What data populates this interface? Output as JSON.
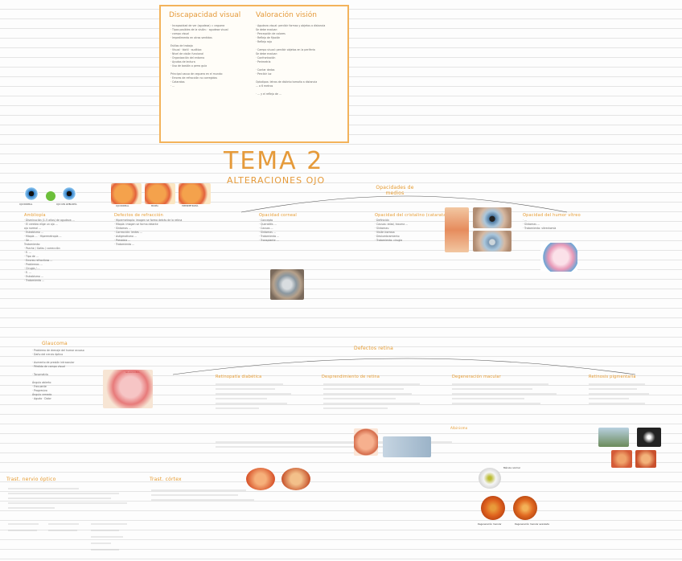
{
  "box": {
    "left_title": "Discapacidad visual",
    "right_title": "Valoración visión",
    "left_lines": [
      "· Incapacidad de ver (agudeza) = ceguera",
      "· Tipos posibles de la visión:  · agudeza visual",
      "                                 · campo visual",
      "· Impedimento en otros sentidos",
      "",
      "Estilos de trabajo",
      "· Visual  · táctil · auditivo",
      "· Nivel de visión funcional",
      "· Organización del entorno",
      "· Ayudas de lectura",
      "· Uso de bastón o perro guía",
      "",
      "Principal causa de ceguera en el mundo:",
      "· Errores de refracción no corregidos",
      "· Cataratas",
      "· ..."
    ],
    "right_lines": [
      "· Agudeza visual: percibir formas y objetos a distancia",
      "   Se debe evaluar:",
      "   · Percepción de colores",
      "   · Reflejo de fijación",
      "   · Reflejo rojo",
      "",
      "· Campo visual: percibir objetos en la periferia",
      "   Se debe evaluar:",
      "   · Confrontación",
      "   · Perimetría",
      "",
      "   · Contar dedos",
      "   · Percibir luz",
      "",
      "Optotipos: letras de distinto tamaño a distancia",
      "... a 6 metros",
      "",
      "· ... y el reflejo de ..."
    ]
  },
  "main_title": "TEMA 2",
  "subtitle": "ALTERACIONES OJO",
  "eye_labels": [
    "OJO NORMAL",
    "OJO CON AMBLIOPÍA",
    "OJO NORMAL",
    "MIOPÍA",
    "HIPERMETROPÍA"
  ],
  "sections": {
    "ambliopia": {
      "head": "Ambliopía",
      "lines": [
        "· Disminución (1-5 años) de agudeza ...",
        "· El cerebro elige un ojo ...",
        "  ojo normal ...",
        "· Estrabismo ...",
        "  · Miopía ...  · Hipermetropía ...",
        "  · Se ...",
        "  Tratamiento:",
        "  · Parche / Gafas / corrección",
        "· E. ...",
        "  · Tipo de ...",
        "  · Errores refractivos ...",
        "  · Problemas ...",
        "  · Cirugía / ...",
        "· E. ...",
        "  · Estrabismo ...",
        "  · Tratamiento ..."
      ]
    },
    "refraccion": {
      "head": "Defectos de refracción",
      "lines": [
        "· Hipermetropía: imagen se forma detrás de la retina",
        "· Miopía: imagen se forma delante",
        "  · Síntomas ...",
        "  · Corrección: lentes ...",
        "· Astigmatismo ...",
        "· Presbicia ...",
        "  · Tratamiento ..."
      ]
    },
    "opacidades": {
      "head": "Opacidades de medios"
    },
    "opacidad_corneal": {
      "head": "Opacidad corneal",
      "lines": [
        "· Concepto",
        "· Queratitis ...",
        "· Causas ...",
        "· Síntomas ...",
        "· Tratamiento ...",
        "· Transplante ..."
      ]
    },
    "opacidad_cristalino": {
      "head": "Opacidad del cristalino (cataratas)",
      "lines": [
        "· Definición",
        "· Causas: edad, trauma ...",
        "· Síntomas:",
        "  · Visión borrosa",
        "  · Deslumbramiento",
        "· Tratamiento: cirugía"
      ]
    },
    "opacidad_vitreo": {
      "head": "Opacidad del humor vítreo",
      "lines": [
        "· ...",
        "· Síntomas ...",
        "· Tratamiento: vitrectomía"
      ]
    },
    "glaucoma": {
      "head": "Glaucoma",
      "lines": [
        "· Problema de drenaje del humor acuoso",
        "· Daño del nervio óptico",
        "",
        "· Aumento de presión intraocular",
        "· Pérdida de campo visual",
        "",
        "· Tonometría",
        "",
        "Ángulo abierto",
        "· Frecuente",
        "· Progresivo",
        "Ángulo cerrado",
        "· Agudo · Dolor"
      ]
    },
    "retina": {
      "head": "Defectos retina"
    },
    "retinopatia": {
      "head": "Retinopatía diabética"
    },
    "desprendimiento": {
      "head": "Desprendimiento de retina"
    },
    "degeneracion": {
      "head": "Degeneración macular"
    },
    "retinosis": {
      "head": "Retinosis pigmentaria"
    },
    "nervio_optico": {
      "head": "Trast. nervio óptico"
    },
    "corteza": {
      "head": "Trast. córtex"
    },
    "alb": {
      "head": "Albinismo"
    }
  },
  "lower_labels": [
    "Mácula normal",
    "Degeneración macular",
    "Degeneración macular avanzada"
  ],
  "glaucoma_label": "GLAUCOMA"
}
